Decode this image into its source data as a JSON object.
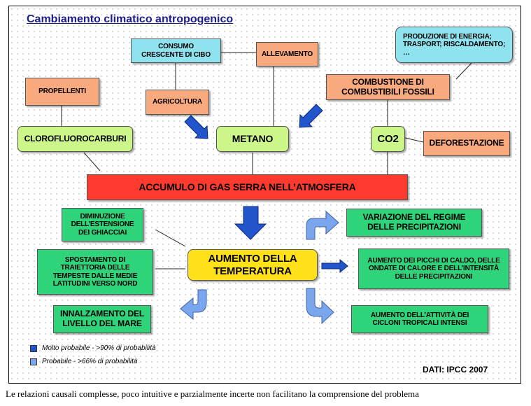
{
  "title": "Cambiamento climatico antropogenico",
  "nodes": {
    "consumo": "CONSUMO CRESCENTE DI CIBO",
    "allevamento": "ALLEVAMENTO",
    "produzione": "PRODUZIONE DI ENERGIA; TRASPORT; RISCALDAMENTO; …",
    "propellenti": "PROPELLENTI",
    "agricoltura": "AGRICOLTURA",
    "combustione": "COMBUSTIONE DI COMBUSTIBILI FOSSILI",
    "clorofluorocarburi": "CLOROFLUOROCARBURI",
    "metano": "METANO",
    "co2": "CO2",
    "deforestazione": "DEFORESTAZIONE",
    "accumulo": "ACCUMULO DI GAS SERRA NELL’ATMOSFERA",
    "diminuzione": "DIMINUZIONE DELL’ESTENSIONE DEI GHIACCIAI",
    "variazione": "VARIAZIONE DEL REGIME DELLE PRECIPITAZIONI",
    "spostamento": "SPOSTAMENTO DI TRAIETTORIA DELLE TEMPESTE DALLE MEDIE LATITUDINI VERSO NORD",
    "aumento_temp": "AUMENTO DELLA TEMPERATURA",
    "picchi": "AUMENTO DEI PICCHI DI CALDO, DELLE ONDATE DI CALORE E DELL’INTENSITÀ DELLE PRECIPITAZIONI",
    "innalzamento": "INNALZAMENTO DEL LIVELLO DEL MARE",
    "cicloni": "AUMENTO DELL’ATTIVITÀ DEI CICLONI TROPICALI INTENSI"
  },
  "legend": {
    "very_likely": "Molto probabile - >90% di probabilità",
    "likely": "Probabile - >66% di probabilità"
  },
  "source": "DATI: IPCC 2007",
  "caption": "Le relazioni causali complesse, poco intuitive e parzialmente incerte non facilitano la comprensione del problema",
  "colors": {
    "very_likely_arrow": "#2255cc",
    "likely_arrow": "#7aa6ee",
    "cause_box": "#f9a97e",
    "gas_box": "#ccf58a",
    "effect_box": "#2fd37a",
    "accumulation_box": "#ff3b2f",
    "temperature_box": "#ffe11a"
  }
}
